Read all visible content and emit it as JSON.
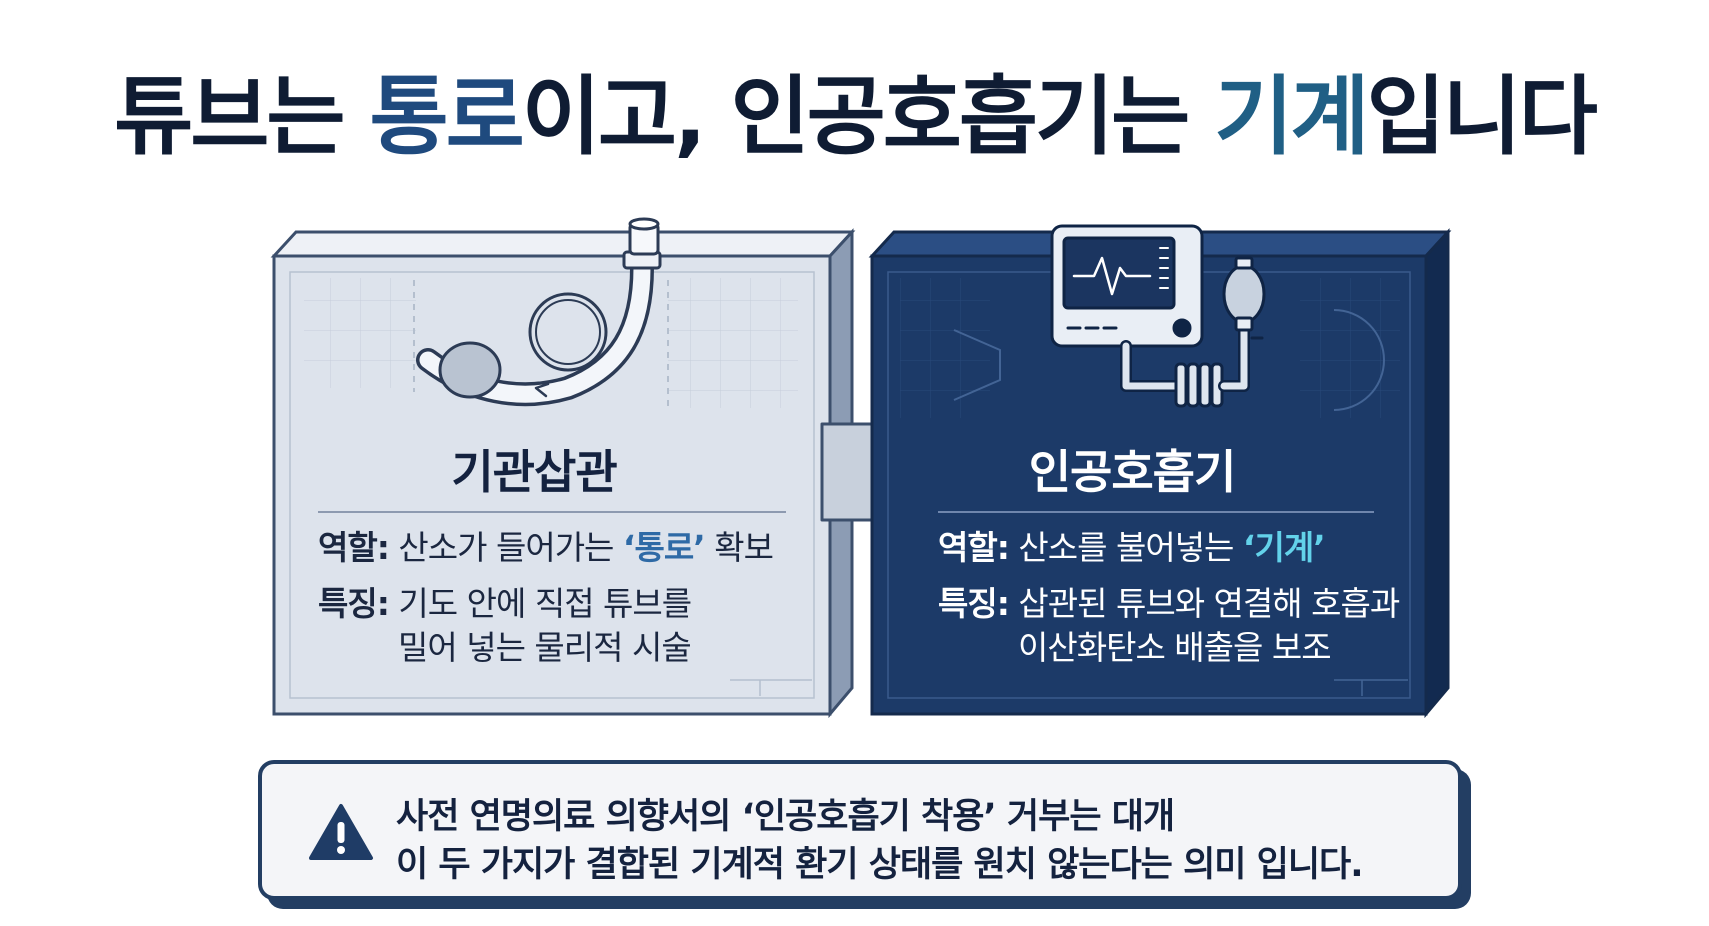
{
  "title": {
    "part1": "튜브는 ",
    "part2": "통로",
    "part3": "이고, 인공호흡기는 ",
    "part4": "기계",
    "part5": "입니다"
  },
  "left_card": {
    "title": "기관삽관",
    "role_label": "역할:",
    "role_pre": " 산소가 들어가는 ",
    "role_quote": "‘통로’",
    "role_post": " 확보",
    "feature_label": "특징:",
    "feature_line1": " 기도 안에 직접 튜브를",
    "feature_line2": "밀어 넣는 물리적 시술",
    "icon": "endotracheal-tube-icon"
  },
  "right_card": {
    "title": "인공호흡기",
    "role_label": "역할:",
    "role_pre": " 산소를 불어넣는 ",
    "role_quote": "‘기계’",
    "feature_label": "특징:",
    "feature_line1": " 삽관된 튜브와 연결해 호흡과",
    "feature_line2": "이산화탄소 배출을 보조",
    "icon": "ventilator-machine-icon"
  },
  "connector": {
    "icon": "arrow-right-icon"
  },
  "notice": {
    "line1": "사전 연명의료 의향서의 ‘인공호흡기 착용’ 거부는 대개",
    "line2": "이 두 가지가 결합된 기계적 환기 상태를 원치 않는다는 의미 입니다.",
    "icon": "warning-icon"
  },
  "colors": {
    "title_dark": "#0f1c33",
    "title_accent": "#1f4a7e",
    "left_card_bg": "#dde3ec",
    "right_card_bg": "#1c3a68",
    "left_quote": "#2e6aa6",
    "right_quote": "#63d2ea",
    "notice_border": "#233e63"
  }
}
